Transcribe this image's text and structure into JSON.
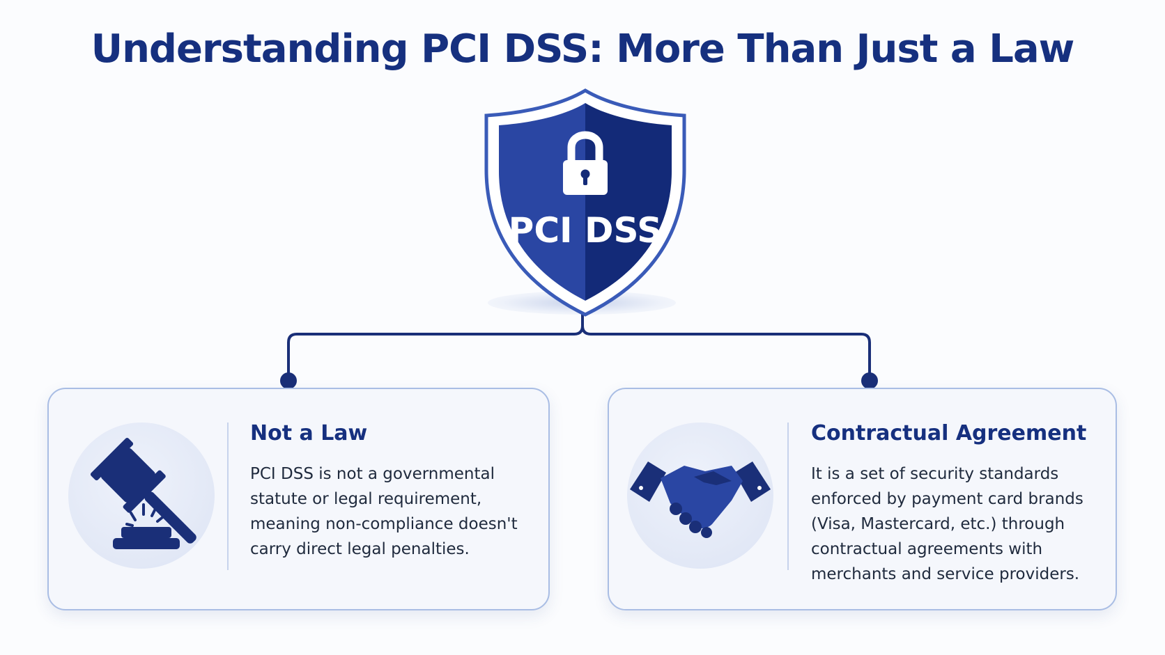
{
  "title": "Understanding PCI DSS: More Than Just a Law",
  "shield": {
    "label": "PCI DSS",
    "icon": "padlock-icon"
  },
  "cards": [
    {
      "icon": "gavel-icon",
      "title": "Not a Law",
      "body_lines": [
        "PCI DSS is not a governmental",
        "statute or legal requirement,",
        "meaning non-compliance doesn't",
        "carry direct legal penalties."
      ]
    },
    {
      "icon": "handshake-icon",
      "title": "Contractual Agreement",
      "body_lines": [
        "It is a set of security standards",
        "enforced by payment card brands",
        "(Visa, Mastercard, etc.) through",
        "contractual agreements with",
        "merchants and service providers."
      ]
    }
  ],
  "colors": {
    "primary": "#16307f",
    "shield_dark": "#132a78",
    "shield_light": "#2a46a3",
    "card_border": "#a9bde4",
    "card_bg": "#f5f7fc"
  }
}
